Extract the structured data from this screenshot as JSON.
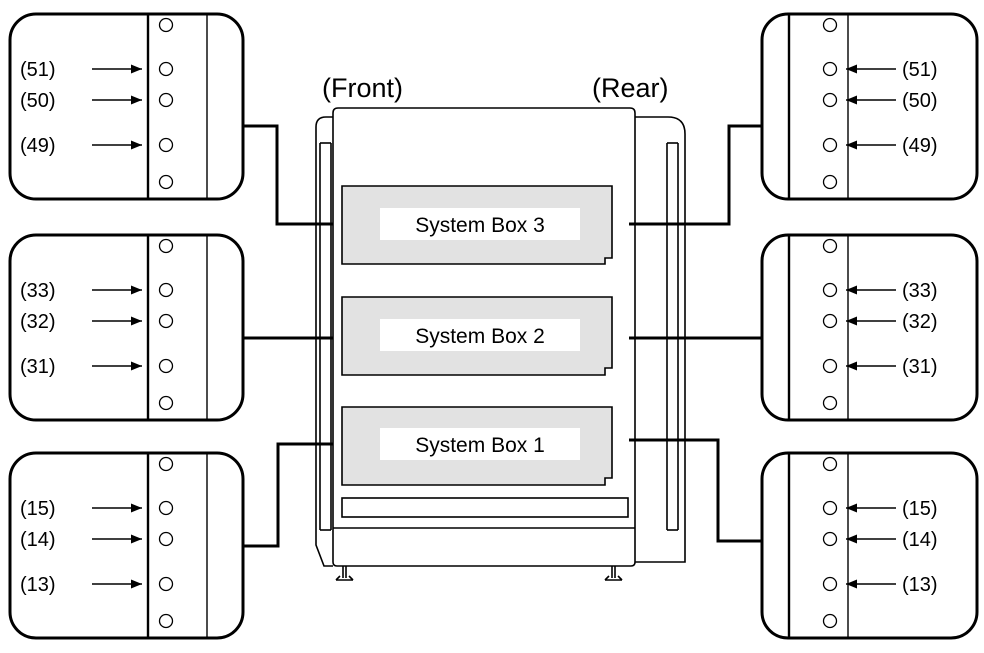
{
  "diagram": {
    "front_label": "(Front)",
    "rear_label": "(Rear)",
    "system_boxes": [
      {
        "label": "System Box 3",
        "left_numbers": [
          "(51)",
          "(50)",
          "(49)"
        ],
        "right_numbers": [
          "(51)",
          "(50)",
          "(49)"
        ]
      },
      {
        "label": "System Box 2",
        "left_numbers": [
          "(33)",
          "(32)",
          "(31)"
        ],
        "right_numbers": [
          "(33)",
          "(32)",
          "(31)"
        ]
      },
      {
        "label": "System Box 1",
        "left_numbers": [
          "(15)",
          "(14)",
          "(13)"
        ],
        "right_numbers": [
          "(15)",
          "(14)",
          "(13)"
        ]
      }
    ]
  }
}
